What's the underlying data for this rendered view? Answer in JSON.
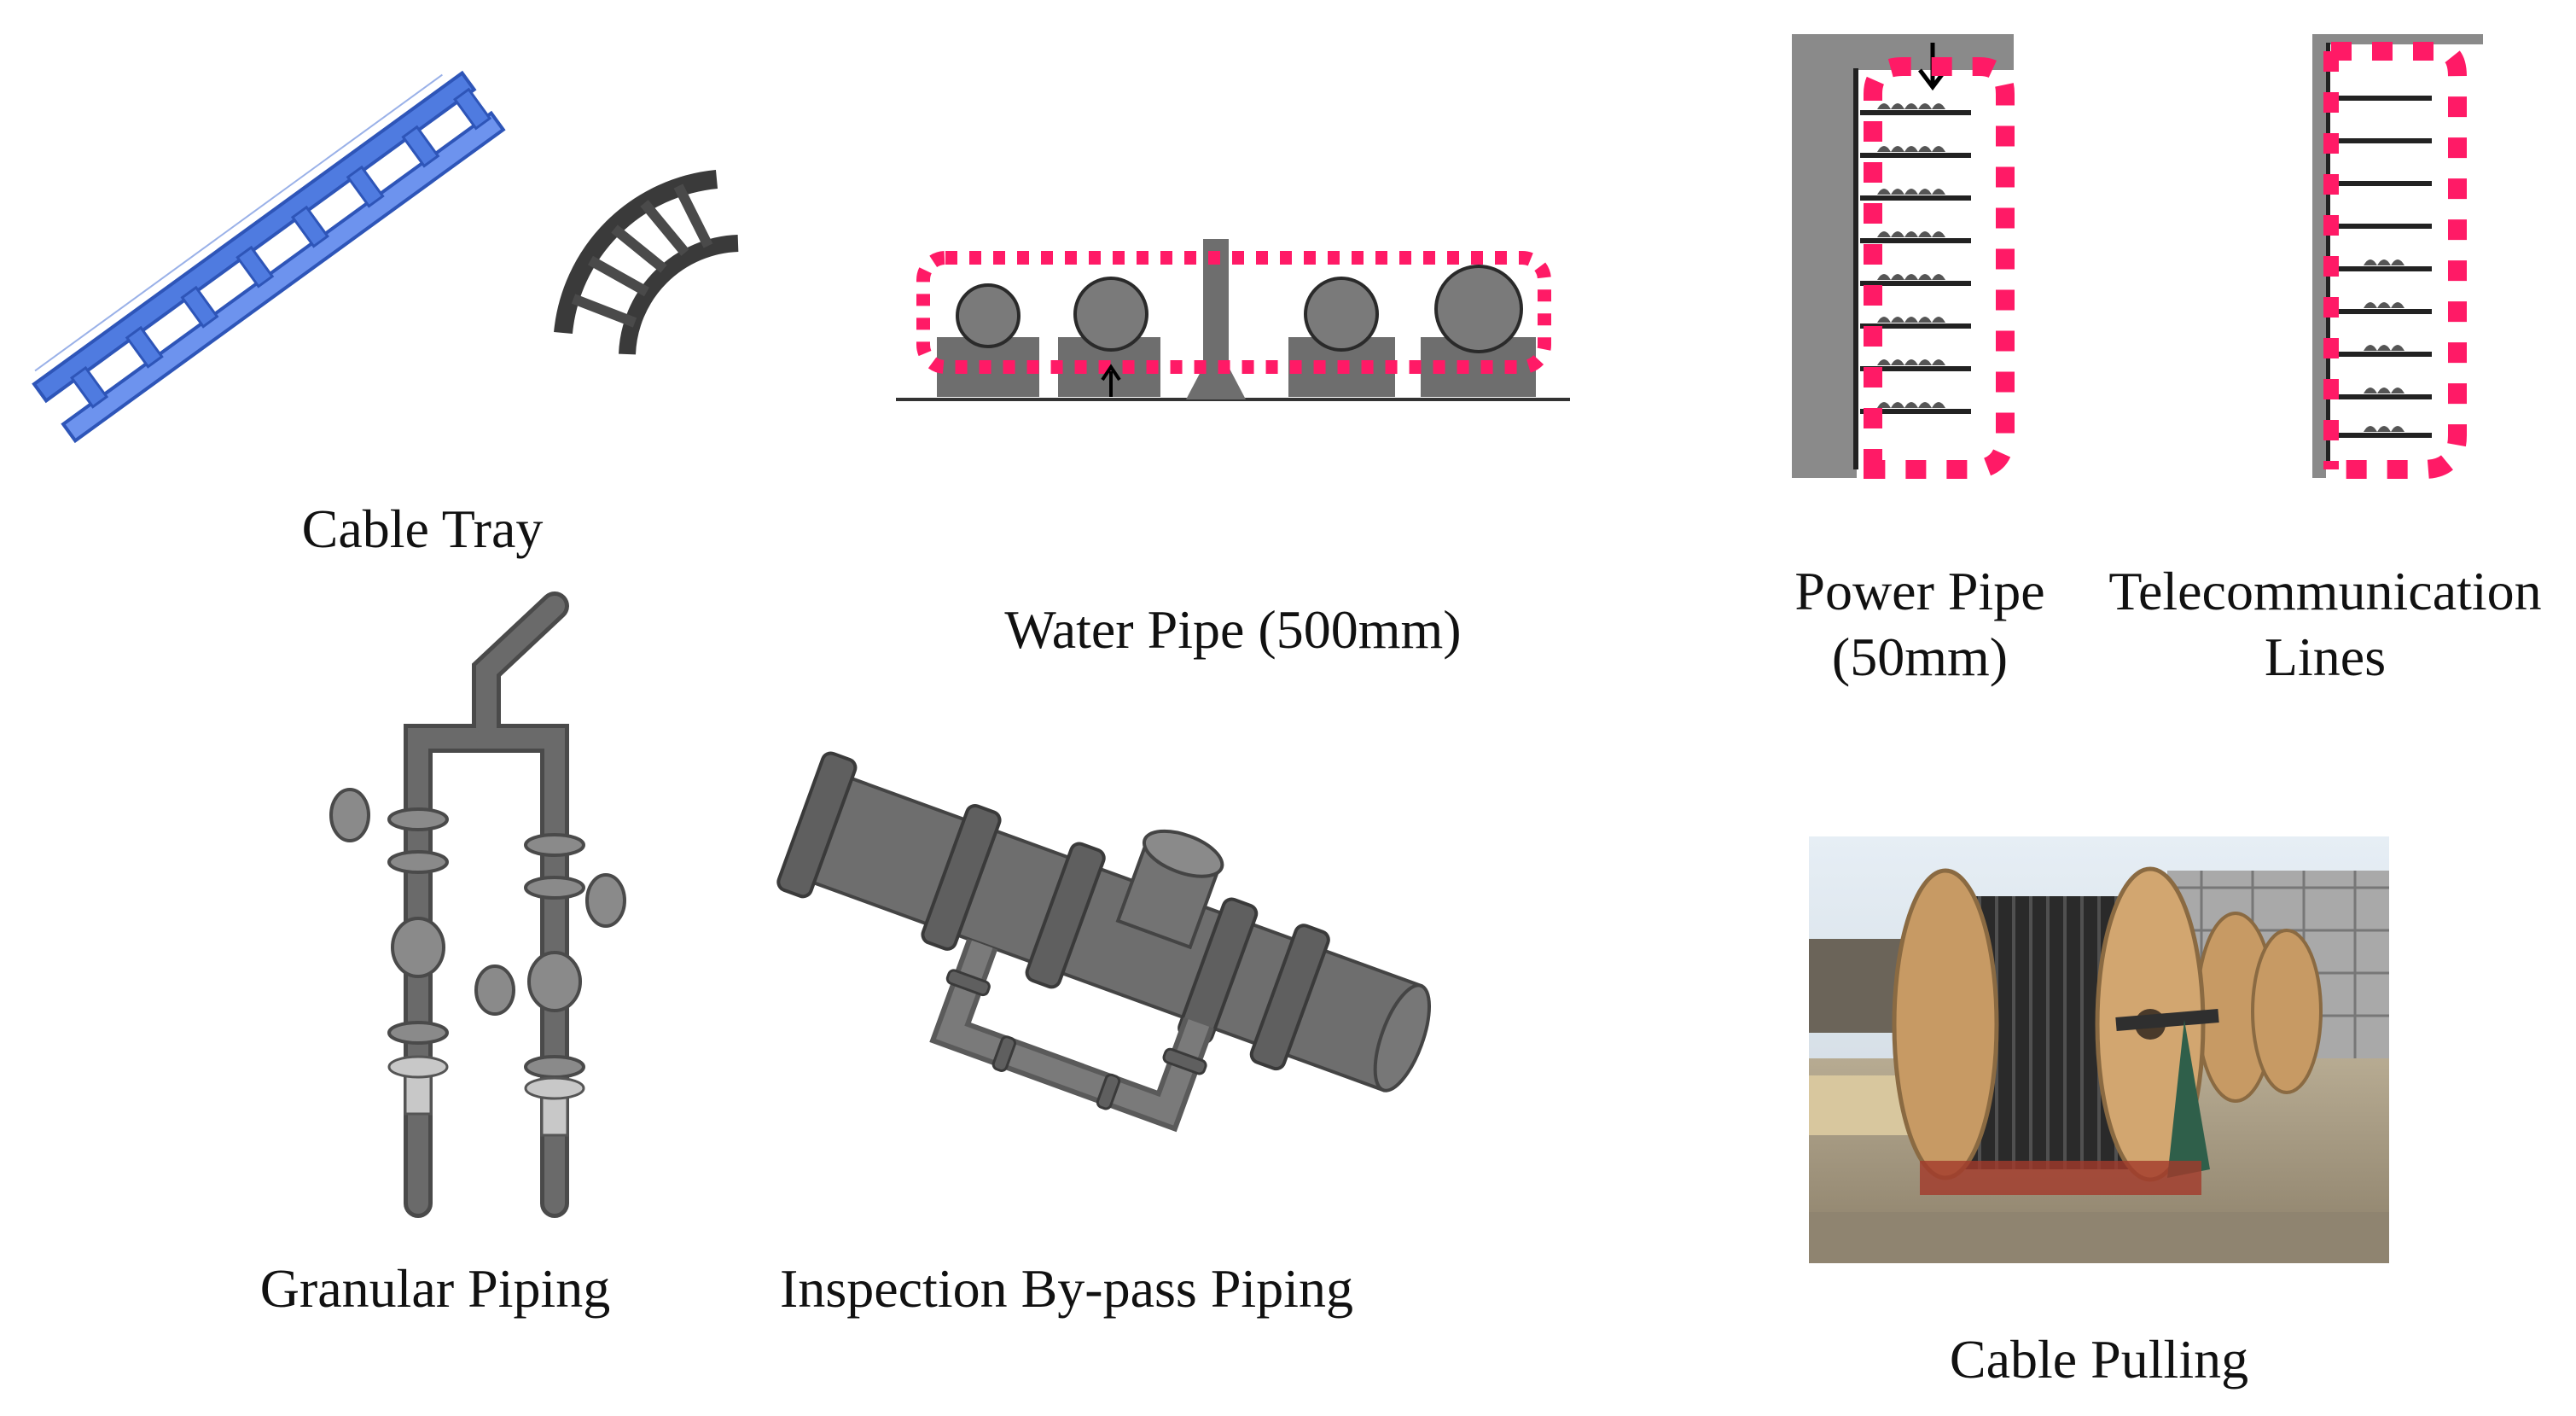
{
  "figure": {
    "captions": {
      "cable_tray": "Cable Tray",
      "water_pipe": "Water Pipe (500mm)",
      "power_pipe_line1": "Power Pipe",
      "power_pipe_line2": "(50mm)",
      "telecom_line1": "Telecommunication",
      "telecom_line2": "Lines",
      "granular_piping": "Granular Piping",
      "bypass_piping": "Inspection By-pass Piping",
      "cable_pulling": "Cable Pulling"
    },
    "colors": {
      "clearance_outline": "#ff1a66",
      "tray_blue": "#5b84e6",
      "equipment_gray": "#6e6e6e",
      "wall_gray": "#8a8a8a"
    },
    "icons": [
      "cable-tray-icon",
      "tray-bend-icon",
      "water-pipe-section-icon",
      "power-pipe-section-icon",
      "telecom-section-icon",
      "granular-piping-icon",
      "bypass-piping-icon",
      "cable-drum-photo-icon"
    ]
  }
}
